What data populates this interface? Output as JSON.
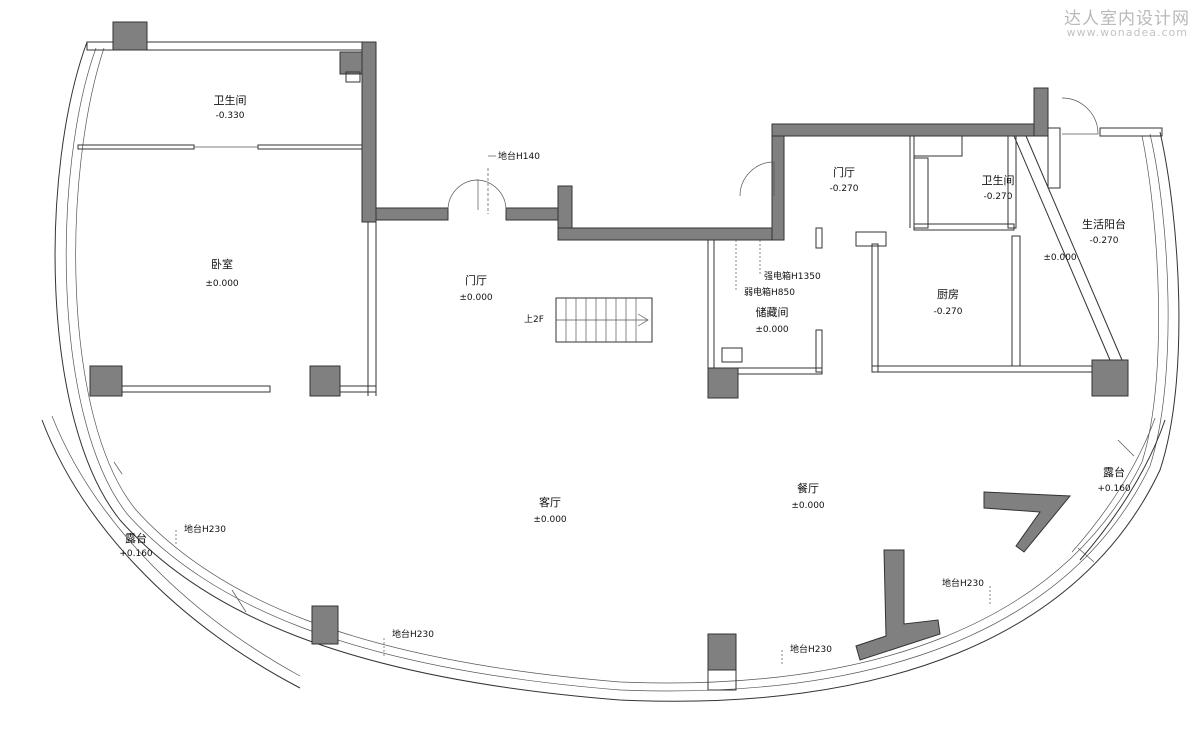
{
  "watermark": {
    "title": "达人室内设计网",
    "url": "www.wonadea.com"
  },
  "rooms": [
    {
      "id": "bath-left",
      "name": "卫生间",
      "level": "-0.330"
    },
    {
      "id": "bedroom",
      "name": "卧室",
      "level": "±0.000"
    },
    {
      "id": "foyer-main",
      "name": "门厅",
      "level": "±0.000"
    },
    {
      "id": "foyer-right",
      "name": "门厅",
      "level": "-0.270"
    },
    {
      "id": "bath-right",
      "name": "卫生间",
      "level": "-0.270"
    },
    {
      "id": "utility-balcony",
      "name": "生活阳台",
      "level": "-0.270"
    },
    {
      "id": "utility-balcony-lower",
      "name": "",
      "level": "±0.000"
    },
    {
      "id": "storage",
      "name": "储藏间",
      "level": "±0.000"
    },
    {
      "id": "kitchen",
      "name": "厨房",
      "level": "-0.270"
    },
    {
      "id": "living",
      "name": "客厅",
      "level": "±0.000"
    },
    {
      "id": "dining",
      "name": "餐厅",
      "level": "±0.000"
    },
    {
      "id": "terrace-left",
      "name": "露台",
      "level": "+0.160"
    },
    {
      "id": "terrace-right",
      "name": "露台",
      "level": "+0.160"
    }
  ],
  "notes": {
    "sill_entry": "地台H140",
    "strong_box": "强电箱H1350",
    "weak_box": "弱电箱H850",
    "stair": "上2F",
    "sill_1": "地台H230",
    "sill_2": "地台H230",
    "sill_3": "地台H230",
    "sill_4": "地台H230"
  }
}
